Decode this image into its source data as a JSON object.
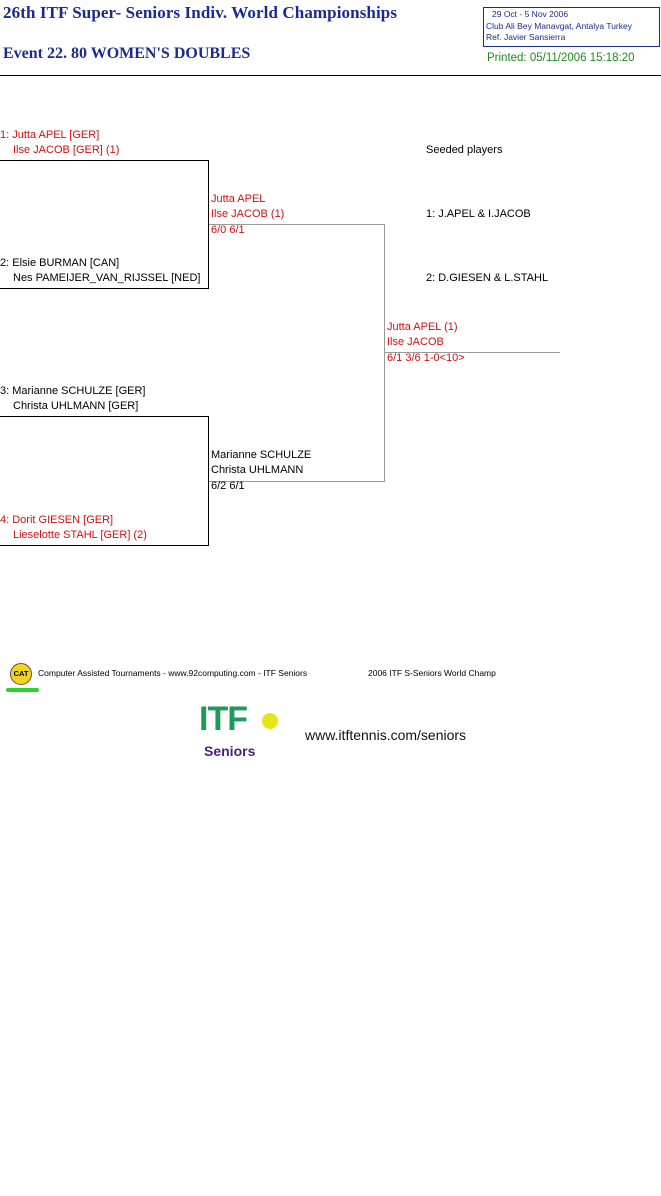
{
  "header": {
    "title": "26th ITF Super- Seniors Indiv. World Championships",
    "event": "Event 22. 80 WOMEN'S DOUBLES",
    "info_lines": [
      "29 Oct - 5 Nov 2006",
      "Club Ali Bey Manavgat, Antalya   Turkey",
      "Ref. Javier Sansierra"
    ],
    "printed": "Printed: 05/11/2006 15:18:20"
  },
  "draw": {
    "round1": [
      {
        "line1": "1: Jutta APEL [GER]",
        "line2": "Ilse JACOB [GER] (1)"
      },
      {
        "line1": "2: Elsie BURMAN [CAN]",
        "line2": "Nes PAMEIJER_VAN_RIJSSEL [NED]"
      },
      {
        "line1": "3: Marianne SCHULZE [GER]",
        "line2": "Christa UHLMANN [GER]"
      },
      {
        "line1": "4: Dorit GIESEN [GER]",
        "line2": "Lieselotte STAHL [GER] (2)"
      }
    ],
    "round2": [
      {
        "line1": "Jutta APEL",
        "line2": "Ilse JACOB (1)",
        "score": "6/0 6/1"
      },
      {
        "line1": "Marianne SCHULZE",
        "line2": "Christa UHLMANN",
        "score": "6/2 6/1"
      }
    ],
    "final": {
      "line1": "Jutta APEL (1)",
      "line2": "Ilse JACOB",
      "score": "6/1 3/6 1-0<10>"
    }
  },
  "seeds": {
    "heading": "Seeded players",
    "items": [
      "1: J.APEL & I.JACOB",
      "2: D.GIESEN & L.STAHL"
    ]
  },
  "footer": {
    "cat_label": "CAT",
    "text": "Computer Assisted Tournaments - www.92computing.com -  ITF Seniors",
    "champ": "2006 ITF S-Seniors World Champ",
    "logo_itf": "ITF",
    "logo_seniors": "Seniors",
    "website": "www.itftennis.com/seniors",
    "colors": {
      "title": "#1a2b8f",
      "winner": "#d01010",
      "printed": "#1e8a1e",
      "itf_green": "#1f9a5a",
      "seniors_purple": "#4a1f7a"
    }
  }
}
